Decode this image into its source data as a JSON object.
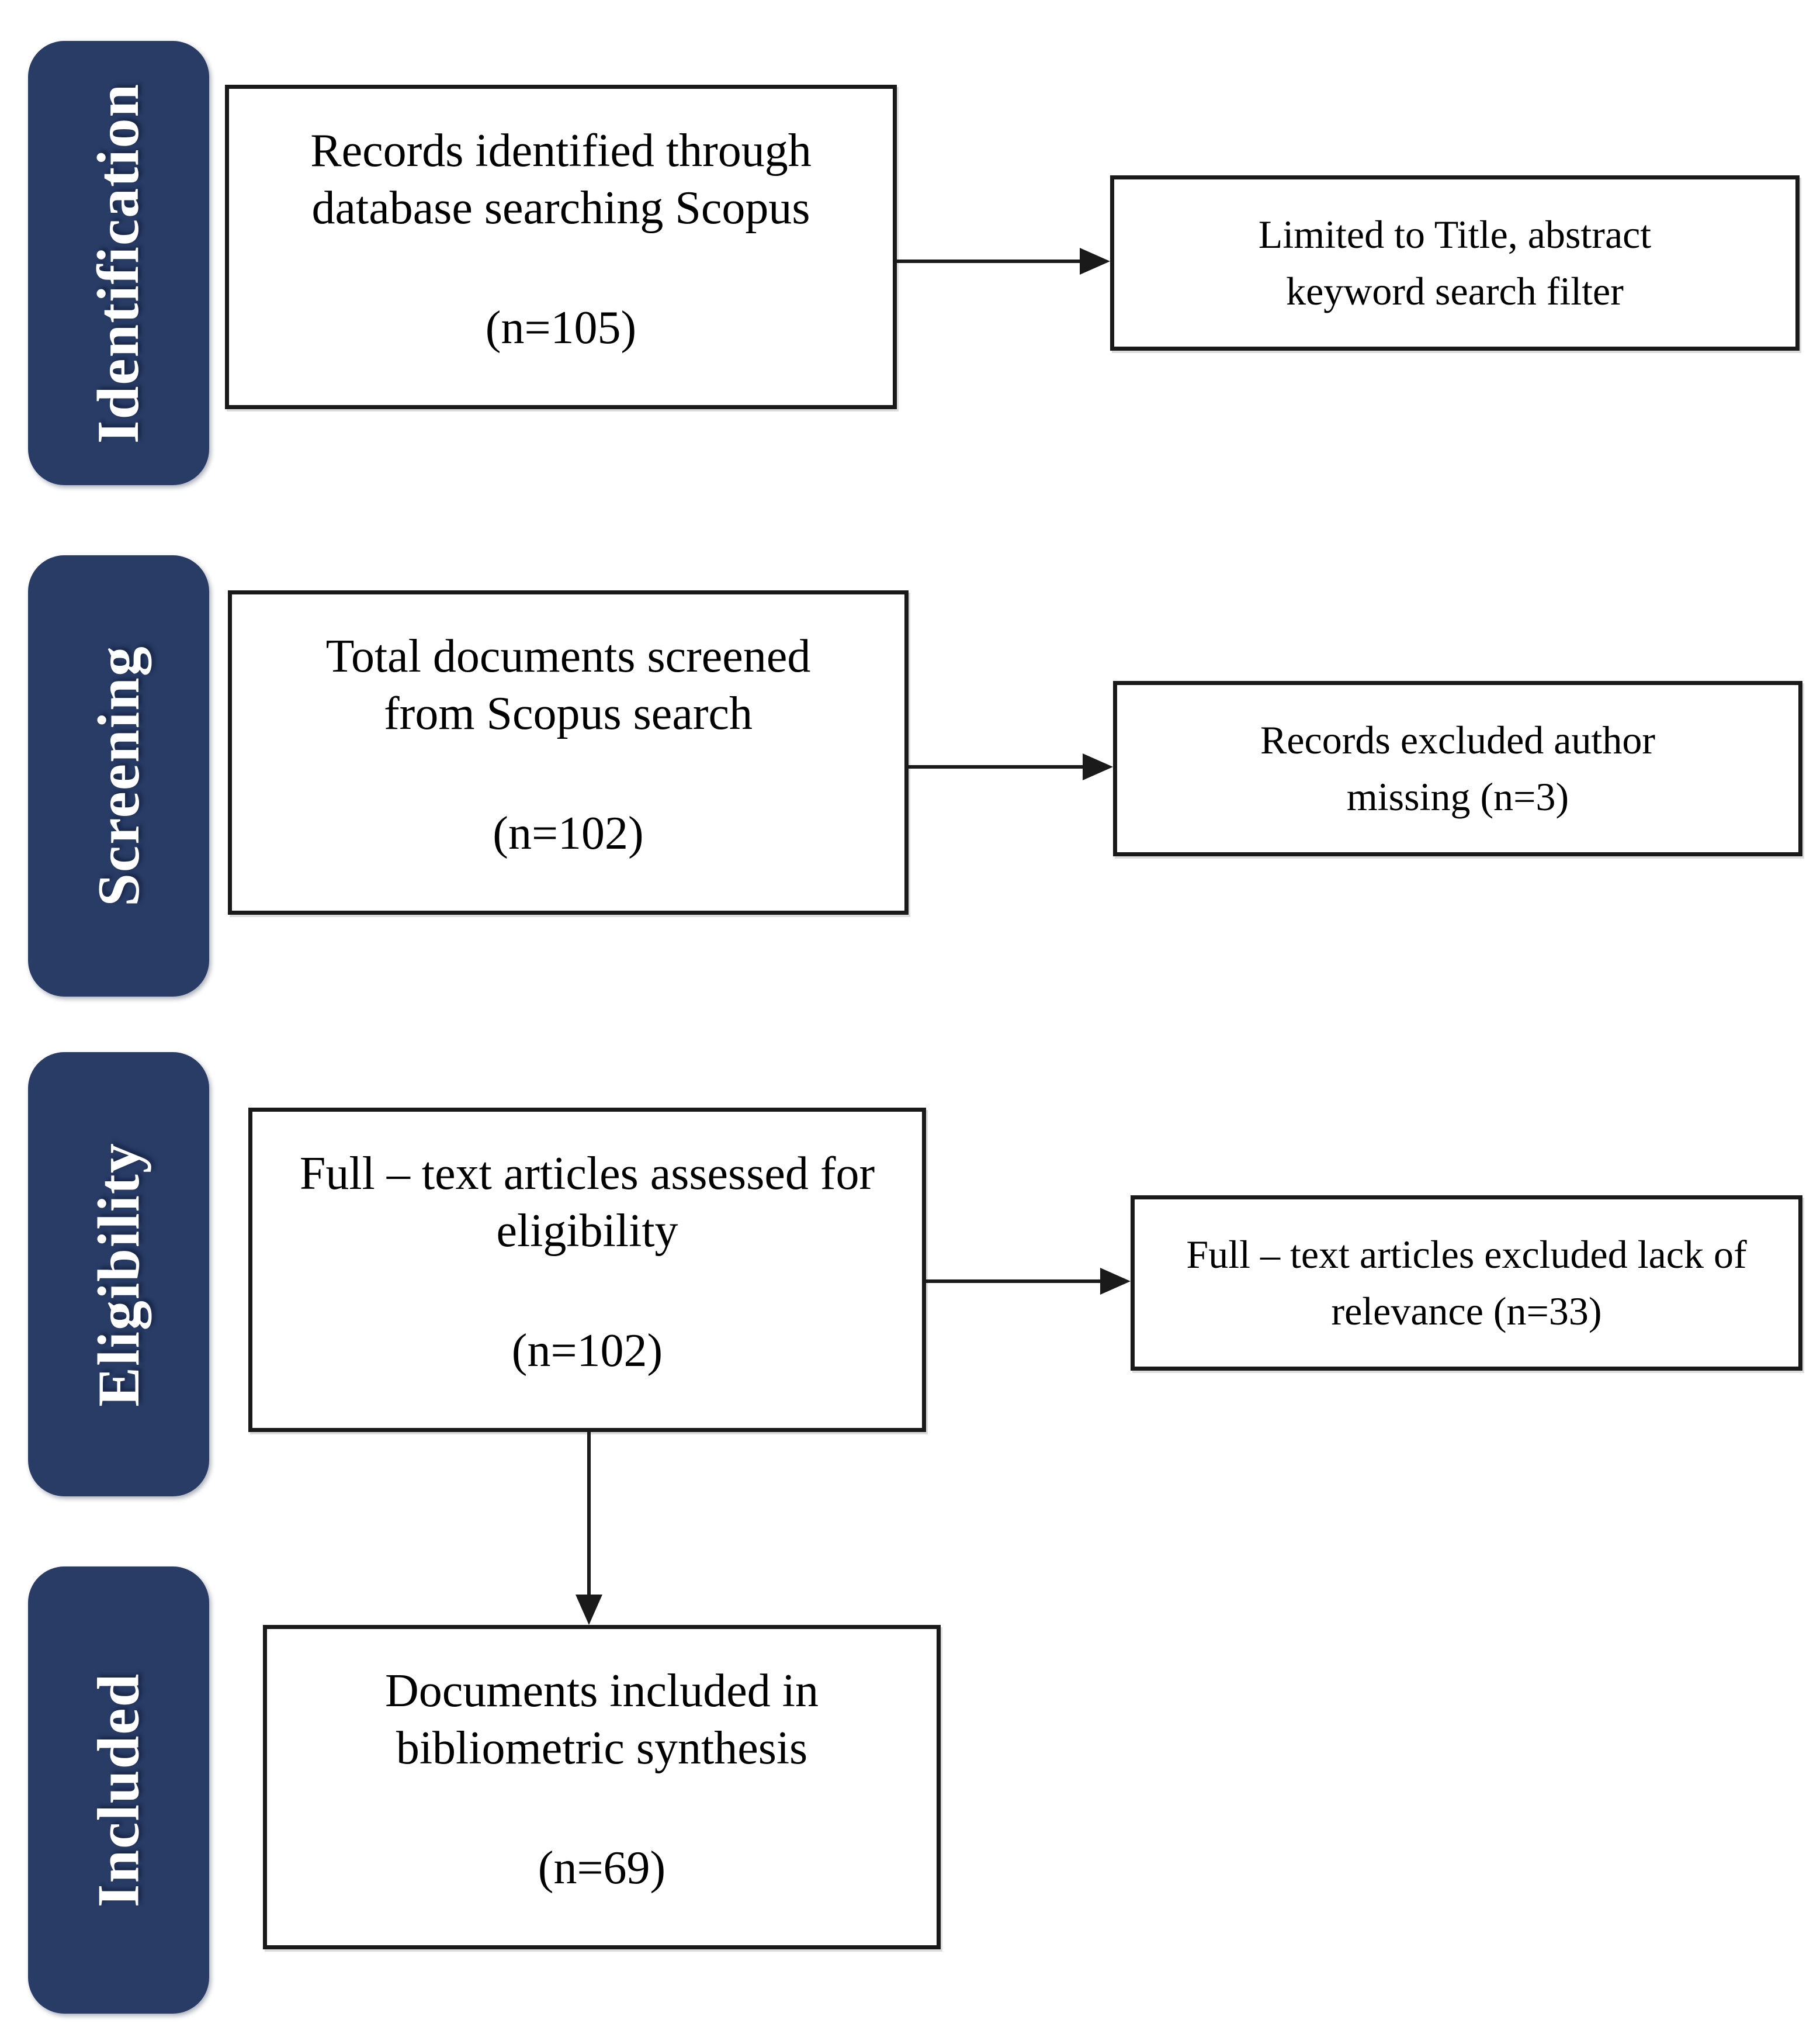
{
  "diagram": {
    "stages": [
      {
        "label": "Identification"
      },
      {
        "label": "Screening"
      },
      {
        "label": "Eligibility"
      },
      {
        "label": "Included"
      }
    ],
    "main_boxes": [
      {
        "title": "Records identified through database searching Scopus",
        "count": "(n=105)"
      },
      {
        "title": "Total documents screened from Scopus search",
        "count": "(n=102)"
      },
      {
        "title": "Full – text articles assessed for eligibility",
        "count": "(n=102)"
      },
      {
        "title": "Documents included in bibliometric synthesis",
        "count": "(n=69)"
      }
    ],
    "side_boxes": [
      {
        "text": "Limited to Title, abstract keyword search filter"
      },
      {
        "text": "Records excluded author missing (n=3)"
      },
      {
        "text": "Full – text articles excluded lack of relevance (n=33)"
      }
    ],
    "colors": {
      "stage_tab_bg": "#283c66",
      "stage_tab_text": "#ffffff",
      "box_border": "#1a1a1a",
      "box_bg": "#ffffff",
      "box_text": "#000000",
      "arrow_color": "#1a1a1a",
      "page_bg": "#ffffff"
    }
  }
}
